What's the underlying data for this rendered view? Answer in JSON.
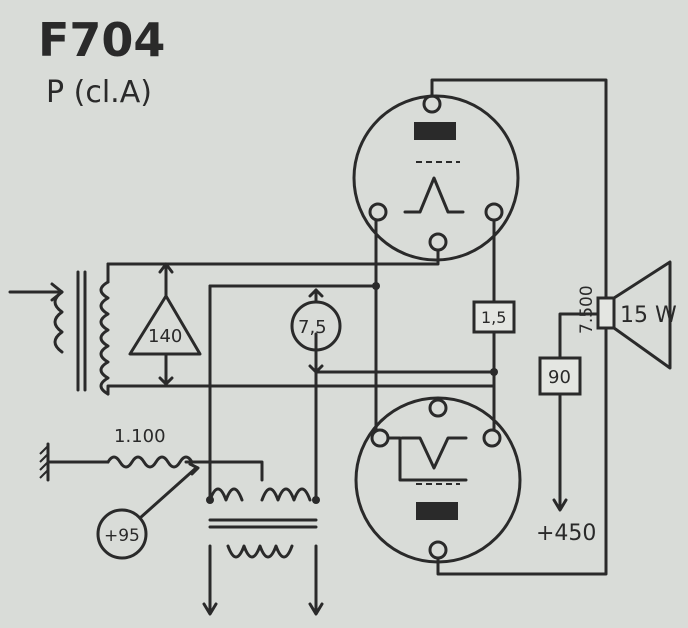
{
  "title": "F704",
  "subtitle": "P (cl.A)",
  "labels": {
    "input_triangle": "140",
    "bias_circle": "7,5",
    "box_upper": "1,5",
    "box_lower": "90",
    "speaker_power": "15 W",
    "speaker_resistance": "7.500",
    "resistor": "1.100",
    "supply_neg": "+95",
    "supply_pos": "+450"
  }
}
